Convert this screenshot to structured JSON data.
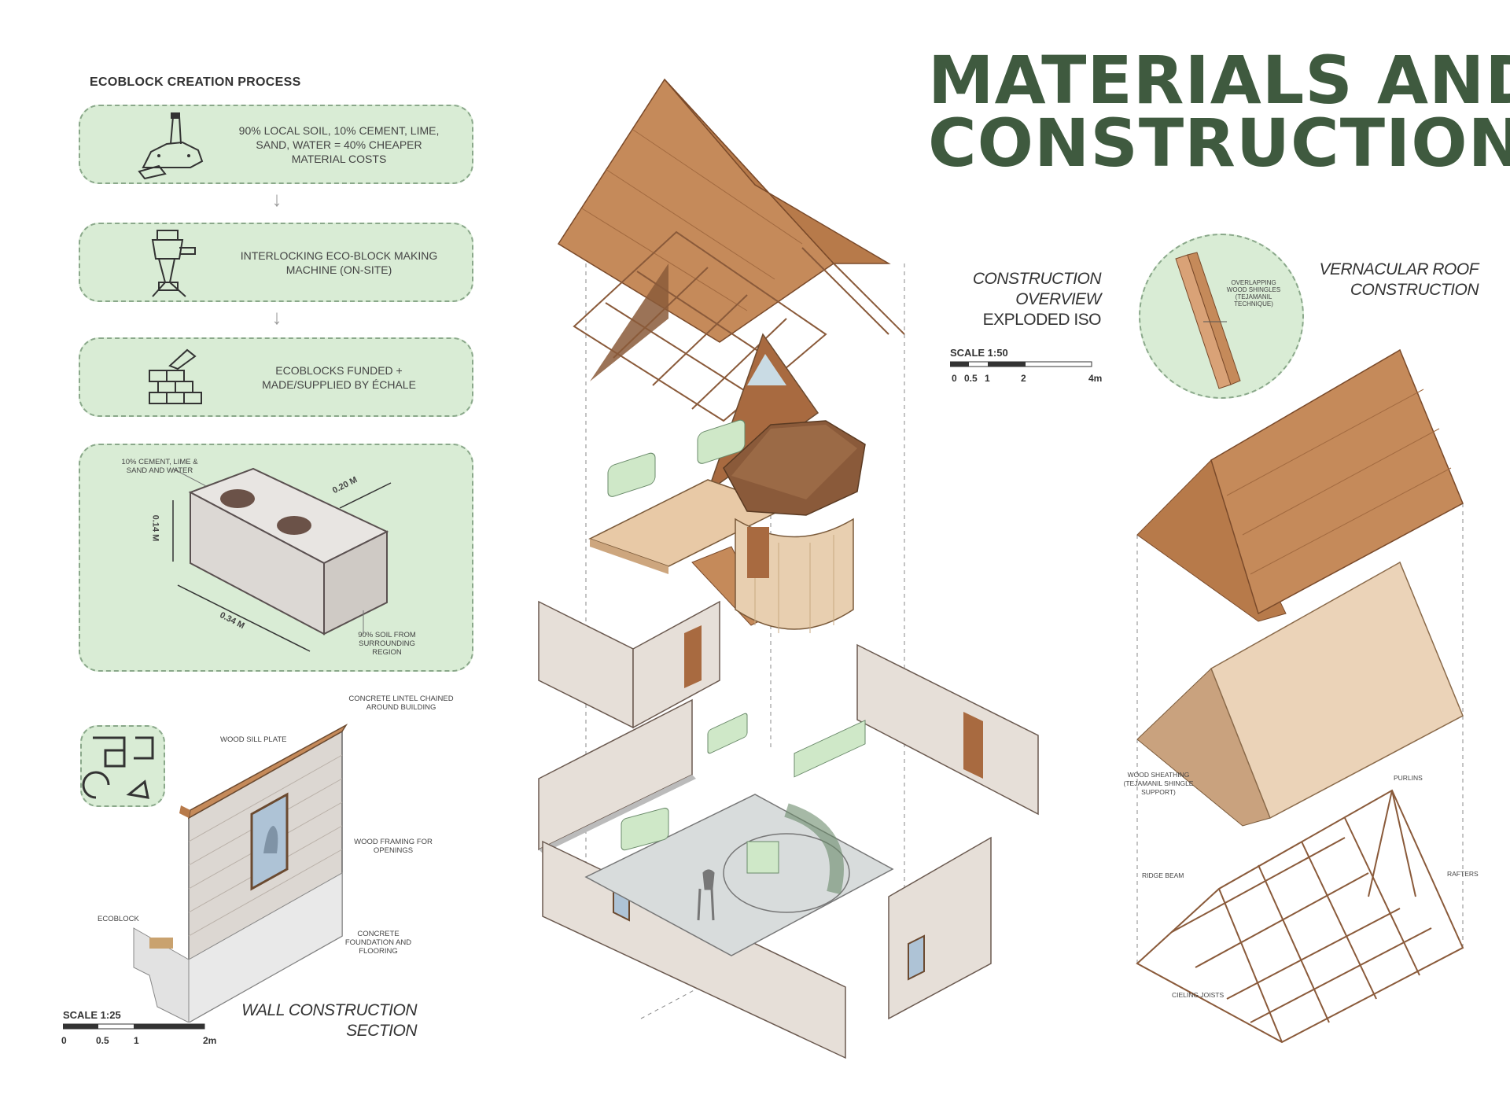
{
  "title": {
    "line1": "MATERIALS AND",
    "line2": "CONSTRUCTION"
  },
  "process": {
    "heading": "ECOBLOCK CREATION PROCESS",
    "steps": [
      {
        "text": "90% LOCAL SOIL, 10% CEMENT, LIME, SAND, WATER = 40% CHEAPER MATERIAL COSTS"
      },
      {
        "text": "INTERLOCKING ECO-BLOCK MAKING MACHINE (ON-SITE)"
      },
      {
        "text": "ECOBLOCKS FUNDED + MADE/SUPPLIED BY ÉCHALE"
      }
    ],
    "block": {
      "top_label": "10% CEMENT, LIME & SAND AND WATER",
      "depth": "0.20 m",
      "height": "0.14 m",
      "length": "0.34 m",
      "bottom_label": "90% SOIL FROM SURROUNDING REGION"
    }
  },
  "wall_section": {
    "labels": {
      "lintel": "CONCRETE LINTEL CHAINED AROUND BUILDING",
      "sill": "WOOD SILL PLATE",
      "framing": "WOOD FRAMING FOR OPENINGS",
      "ecoblock": "ECOBLOCK",
      "foundation": "CONCRETE FOUNDATION AND FLOORING"
    },
    "caption1": "WALL CONSTRUCTION",
    "caption2": "SECTION",
    "scale": {
      "label": "SCALE 1:25",
      "ticks": [
        "0",
        "0.5",
        "1",
        "2m"
      ]
    }
  },
  "overview": {
    "line1": "CONSTRUCTION",
    "line2": "OVERVIEW",
    "line3": "EXPLODED ISO",
    "scale": {
      "label": "SCALE 1:50",
      "ticks": [
        "0",
        "0.5",
        "1",
        "2",
        "4m"
      ]
    }
  },
  "roof": {
    "caption1": "VERNACULAR ROOF",
    "caption2": "CONSTRUCTION",
    "detail": "OVERLAPPING WOOD SHINGLES (TEJAMANIL TECHNIQUE)",
    "labels": {
      "sheathing": "WOOD SHEATHING (TEJAMANIL SHINGLE SUPPORT)",
      "purlins": "PURLINS",
      "ridge": "RIDGE BEAM",
      "rafters": "RAFTERS",
      "joists": "CIELING JOISTS"
    }
  },
  "colors": {
    "title": "#3f5a3f",
    "panel": "#d9ecd5",
    "wood": "#c58a5a",
    "furniture": "#cfe8c8"
  }
}
